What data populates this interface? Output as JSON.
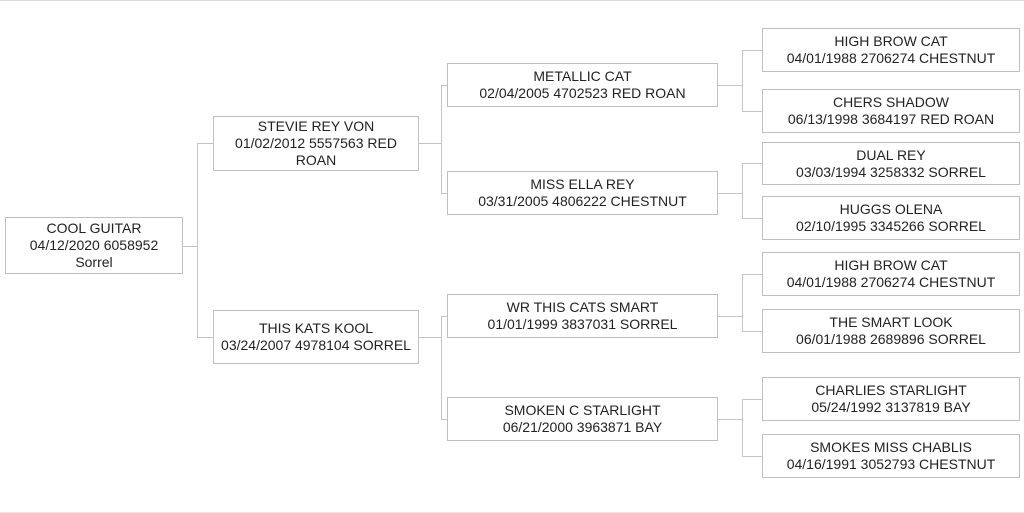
{
  "pedigree": {
    "subject": {
      "name": "COOL GUITAR",
      "info": "04/12/2020 6058952 Sorrel"
    },
    "sire": {
      "name": "STEVIE REY VON",
      "info": "01/02/2012 5557563 RED ROAN"
    },
    "dam": {
      "name": "THIS KATS KOOL",
      "info": "03/24/2007 4978104 SORREL"
    },
    "sire_sire": {
      "name": "METALLIC CAT",
      "info": "02/04/2005 4702523 RED ROAN"
    },
    "sire_dam": {
      "name": "MISS ELLA REY",
      "info": "03/31/2005 4806222 CHESTNUT"
    },
    "dam_sire": {
      "name": "WR THIS CATS SMART",
      "info": "01/01/1999 3837031 SORREL"
    },
    "dam_dam": {
      "name": "SMOKEN C STARLIGHT",
      "info": "06/21/2000 3963871 BAY"
    },
    "sss": {
      "name": "HIGH BROW CAT",
      "info": "04/01/1988 2706274 CHESTNUT"
    },
    "ssd": {
      "name": "CHERS SHADOW",
      "info": "06/13/1998 3684197 RED ROAN"
    },
    "sds": {
      "name": "DUAL REY",
      "info": "03/03/1994 3258332 SORREL"
    },
    "sdd": {
      "name": "HUGGS OLENA",
      "info": "02/10/1995 3345266 SORREL"
    },
    "dss": {
      "name": "HIGH BROW CAT",
      "info": "04/01/1988 2706274 CHESTNUT"
    },
    "dsd": {
      "name": "THE SMART LOOK",
      "info": "06/01/1988 2689896 SORREL"
    },
    "dds": {
      "name": "CHARLIES STARLIGHT",
      "info": "05/24/1992 3137819 BAY"
    },
    "ddd": {
      "name": "SMOKES MISS CHABLIS",
      "info": "04/16/1991 3052793 CHESTNUT"
    }
  }
}
